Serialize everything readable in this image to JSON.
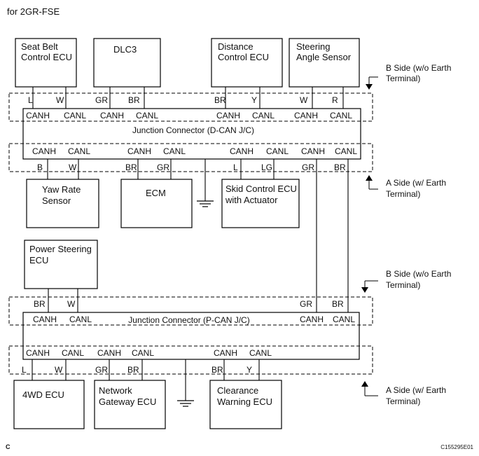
{
  "header": {
    "title": "for 2GR-FSE"
  },
  "footer": {
    "left_mark": "C",
    "right_code": "C155295E01"
  },
  "side_labels": [
    {
      "id": "b1",
      "line1": "B Side (w/o Earth",
      "line2": "Terminal)"
    },
    {
      "id": "a1",
      "line1": "A Side (w/ Earth",
      "line2": "Terminal)"
    },
    {
      "id": "b2",
      "line1": "B Side (w/o Earth",
      "line2": "Terminal)"
    },
    {
      "id": "a2",
      "line1": "A Side (w/ Earth",
      "line2": "Terminal)"
    }
  ],
  "connectors": [
    {
      "id": "dcan",
      "title": "Junction Connector (D-CAN J/C)"
    },
    {
      "id": "pcan",
      "title": "Junction Connector (P-CAN J/C)"
    }
  ],
  "ecus": [
    {
      "id": "seatbelt",
      "lines": [
        "Seat Belt",
        "Control ECU"
      ]
    },
    {
      "id": "dlc3",
      "lines": [
        "DLC3"
      ]
    },
    {
      "id": "distance",
      "lines": [
        "Distance",
        "Control ECU"
      ]
    },
    {
      "id": "steering",
      "lines": [
        "Steering",
        "Angle Sensor"
      ]
    },
    {
      "id": "yawrate",
      "lines": [
        "Yaw Rate",
        "Sensor"
      ]
    },
    {
      "id": "ecm",
      "lines": [
        "ECM"
      ]
    },
    {
      "id": "skid",
      "lines": [
        "Skid Control ECU",
        "with Actuator"
      ]
    },
    {
      "id": "powersteer",
      "lines": [
        "Power Steering",
        "ECU"
      ]
    },
    {
      "id": "fourwd",
      "lines": [
        "4WD ECU"
      ]
    },
    {
      "id": "gateway",
      "lines": [
        "Network",
        "Gateway ECU"
      ]
    },
    {
      "id": "clearance",
      "lines": [
        "Clearance",
        "Warning ECU"
      ]
    }
  ],
  "pins": {
    "dcan_top": [
      "CANH",
      "CANL",
      "CANH",
      "CANL",
      "CANH",
      "CANL",
      "CANH",
      "CANL"
    ],
    "dcan_bottom": [
      "CANH",
      "CANL",
      "CANH",
      "CANL",
      "CANH",
      "CANL",
      "CANH",
      "CANL"
    ],
    "pcan_top": [
      "CANH",
      "CANL",
      "CANH",
      "CANL"
    ],
    "pcan_bottom": [
      "CANH",
      "CANL",
      "CANH",
      "CANL",
      "CANH",
      "CANL"
    ]
  },
  "wire_colors": {
    "dcan_top": [
      "L",
      "W",
      "GR",
      "BR",
      "BR",
      "Y",
      "W",
      "R"
    ],
    "dcan_bottom": [
      "B",
      "W",
      "BR",
      "GR",
      "L",
      "LG",
      "GR",
      "BR"
    ],
    "pcan_top": [
      "BR",
      "W",
      "GR",
      "BR"
    ],
    "pcan_bottom": [
      "L",
      "W",
      "GR",
      "BR",
      "BR",
      "Y"
    ]
  }
}
